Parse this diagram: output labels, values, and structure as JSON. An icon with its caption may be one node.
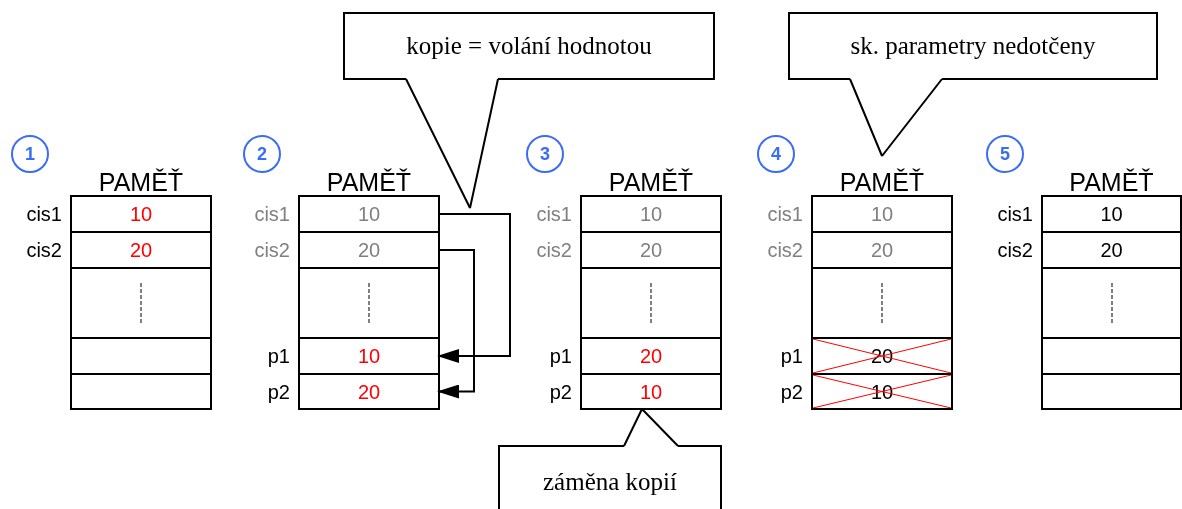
{
  "diagram": {
    "nodes": [
      {
        "text": [
          "kopie = volání hodnotou"
        ]
      },
      {
        "text": [
          "sk. parametry nedotčeny"
        ]
      },
      {
        "text": [
          "PAMĚŤ"
        ]
      },
      {
        "text": [
          "10"
        ],
        "beside": [
          "cis1"
        ],
        "in": 2
      },
      {
        "text": [
          "20"
        ],
        "beside": [
          "cis2"
        ],
        "in": 2
      },
      {
        "text": [],
        "shape": "box",
        "in": 2
      },
      {
        "text": [],
        "shape": "box",
        "in": 2
      },
      {
        "text": [],
        "shape": "box",
        "in": 2
      },
      {
        "text": [
          "PAMĚŤ"
        ]
      },
      {
        "text": [
          "10"
        ],
        "beside": [
          "cis1"
        ],
        "in": 8
      },
      {
        "text": [
          "20"
        ],
        "beside": [
          "cis2"
        ],
        "in": 8
      },
      {
        "text": [],
        "shape": "box",
        "in": 8
      },
      {
        "text": [
          "10"
        ],
        "beside": [
          "p1"
        ],
        "in": 8
      },
      {
        "text": [
          "20"
        ],
        "beside": [
          "p2"
        ],
        "in": 8
      },
      {
        "text": [
          "PAMĚŤ"
        ]
      },
      {
        "text": [
          "10"
        ],
        "beside": [
          "cis1"
        ],
        "in": 14
      },
      {
        "text": [
          "20"
        ],
        "beside": [
          "cis2"
        ],
        "in": 14
      },
      {
        "text": [],
        "shape": "box",
        "in": 14
      },
      {
        "text": [
          "20"
        ],
        "beside": [
          "p1"
        ],
        "in": 14
      },
      {
        "text": [
          "10"
        ],
        "beside": [
          "p2"
        ],
        "in": 14
      },
      {
        "text": [
          "PAMĚŤ"
        ]
      },
      {
        "text": [
          "10"
        ],
        "beside": [
          "cis1"
        ],
        "in": 20
      },
      {
        "text": [
          "20"
        ],
        "beside": [
          "cis2"
        ],
        "in": 20
      },
      {
        "text": [],
        "shape": "box",
        "in": 20
      },
      {
        "text": [
          "20"
        ],
        "beside": [
          "p1"
        ],
        "in": 20
      },
      {
        "text": [
          "10"
        ],
        "beside": [
          "p2"
        ],
        "in": 20
      },
      {
        "text": [
          "PAMĚŤ"
        ]
      },
      {
        "text": [
          "10"
        ],
        "beside": [
          "cis1"
        ],
        "in": 26
      },
      {
        "text": [
          "20"
        ],
        "beside": [
          "cis2"
        ],
        "in": 26
      },
      {
        "text": [],
        "shape": "box",
        "in": 26
      },
      {
        "text": [],
        "shape": "box",
        "in": 26
      },
      {
        "text": [],
        "shape": "box",
        "in": 26
      },
      {
        "text": [
          "záměna kopií"
        ]
      }
    ],
    "edges": [
      {
        "from": 9,
        "to": 12,
        "arrow": "to"
      },
      {
        "from": 10,
        "to": 13,
        "arrow": "to"
      },
      {
        "from": 0,
        "to": null,
        "arrow": "none"
      },
      {
        "from": 1,
        "to": 20,
        "arrow": "none"
      },
      {
        "from": 32,
        "to": 19,
        "arrow": "none"
      }
    ],
    "labels": [
      "1",
      "2",
      "3",
      "4",
      "5"
    ]
  }
}
